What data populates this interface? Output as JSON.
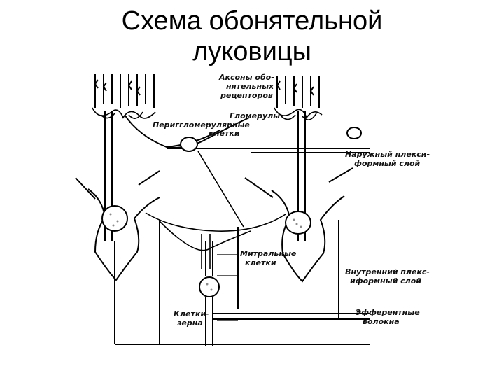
{
  "title": "Схема обонятельной луковицы",
  "labels": {
    "axons_1": "Аксоны обо-",
    "axons_2": "нятельных",
    "axons_3": "рецепторов",
    "glomeruli": "Гломерулы",
    "periglomerular_1": "Периггломерулярные",
    "periglomerular_2": "клетки",
    "outer_plexiform_1": "Наружный плекси-",
    "outer_plexiform_2": "формный слой",
    "mitral_1": "Митральные",
    "mitral_2": "клетки",
    "inner_plexiform_1": "Внутренний плекс-",
    "inner_plexiform_2": "иформный слой",
    "efferent_1": "Эфферентные",
    "efferent_2": "волокна",
    "granule_1": "Клетки-",
    "granule_2": "зерна"
  }
}
